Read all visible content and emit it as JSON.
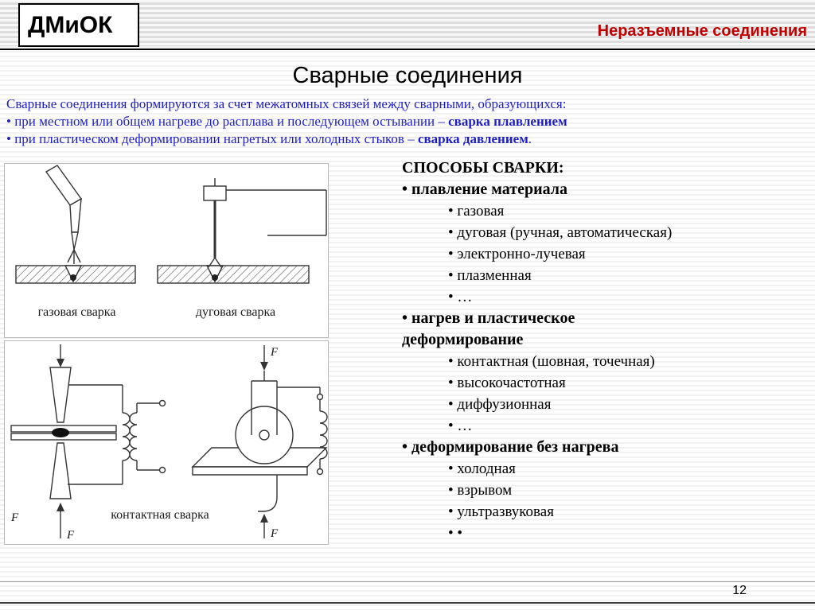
{
  "colors": {
    "accent-blue": "#1d1dc8",
    "accent-red": "#c00000",
    "panel-border": "#b8b8b8"
  },
  "header": {
    "logo": "ДМиОК",
    "section": "Неразъемные соединения"
  },
  "slide": {
    "title": "Сварные соединения",
    "page_number": "12"
  },
  "intro": {
    "lead": "Сварные соединения формируются за счет межатомных связей между сварными, образующихся:",
    "bullets": [
      {
        "text": "• при местном или общем нагреве до расплава и последующем остывании – ",
        "bold": "сварка плавлением",
        "tail": ""
      },
      {
        "text": "• при пластическом деформировании нагретых или холодных стыков – ",
        "bold": "сварка давлением",
        "tail": "."
      }
    ]
  },
  "figures": {
    "gas_label": "газовая сварка",
    "arc_label": "дуговая сварка",
    "contact_label": "контактная сварка",
    "force": "F"
  },
  "methods": {
    "heading": "СПОСОБЫ СВАРКИ:",
    "groups": [
      {
        "label": "• плавление материала",
        "items": [
          "• газовая",
          "• дуговая (ручная, автоматическая)",
          "• электронно-лучевая",
          "• плазменная",
          "• …"
        ]
      },
      {
        "label": "• нагрев и пластическое\nдеформирование",
        "items": [
          "• контактная (шовная, точечная)",
          "• высокочастотная",
          "• диффузионная",
          "• …"
        ]
      },
      {
        "label": "• деформирование без нагрева",
        "items": [
          "• холодная",
          "• взрывом",
          "• ультразвуковая",
          "• •"
        ]
      }
    ]
  }
}
